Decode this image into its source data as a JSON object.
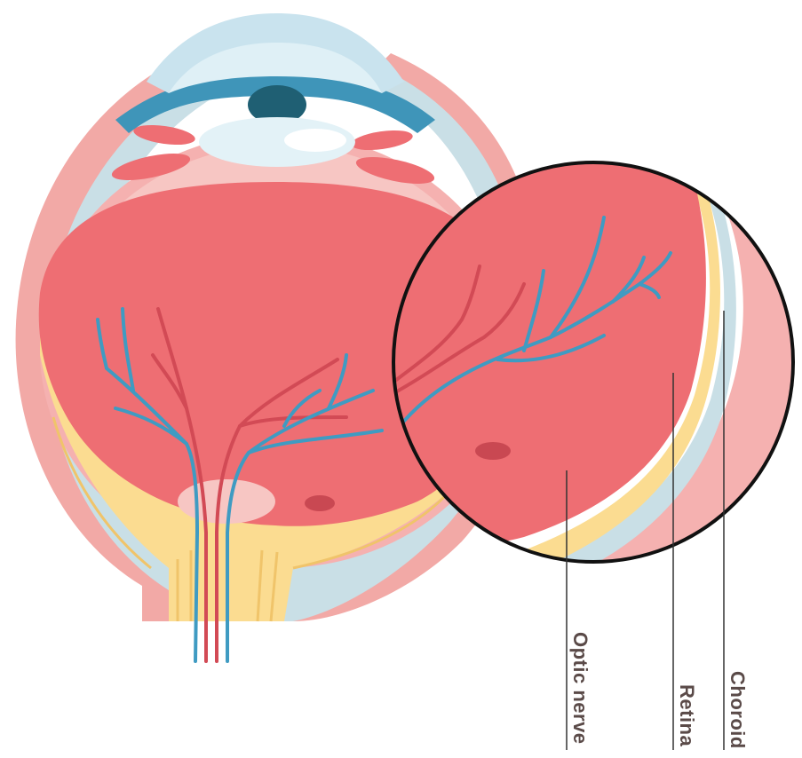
{
  "diagram": {
    "labels": {
      "optic_nerve": "Optic nerve",
      "retina": "Retina",
      "choroid": "Choroid"
    }
  }
}
